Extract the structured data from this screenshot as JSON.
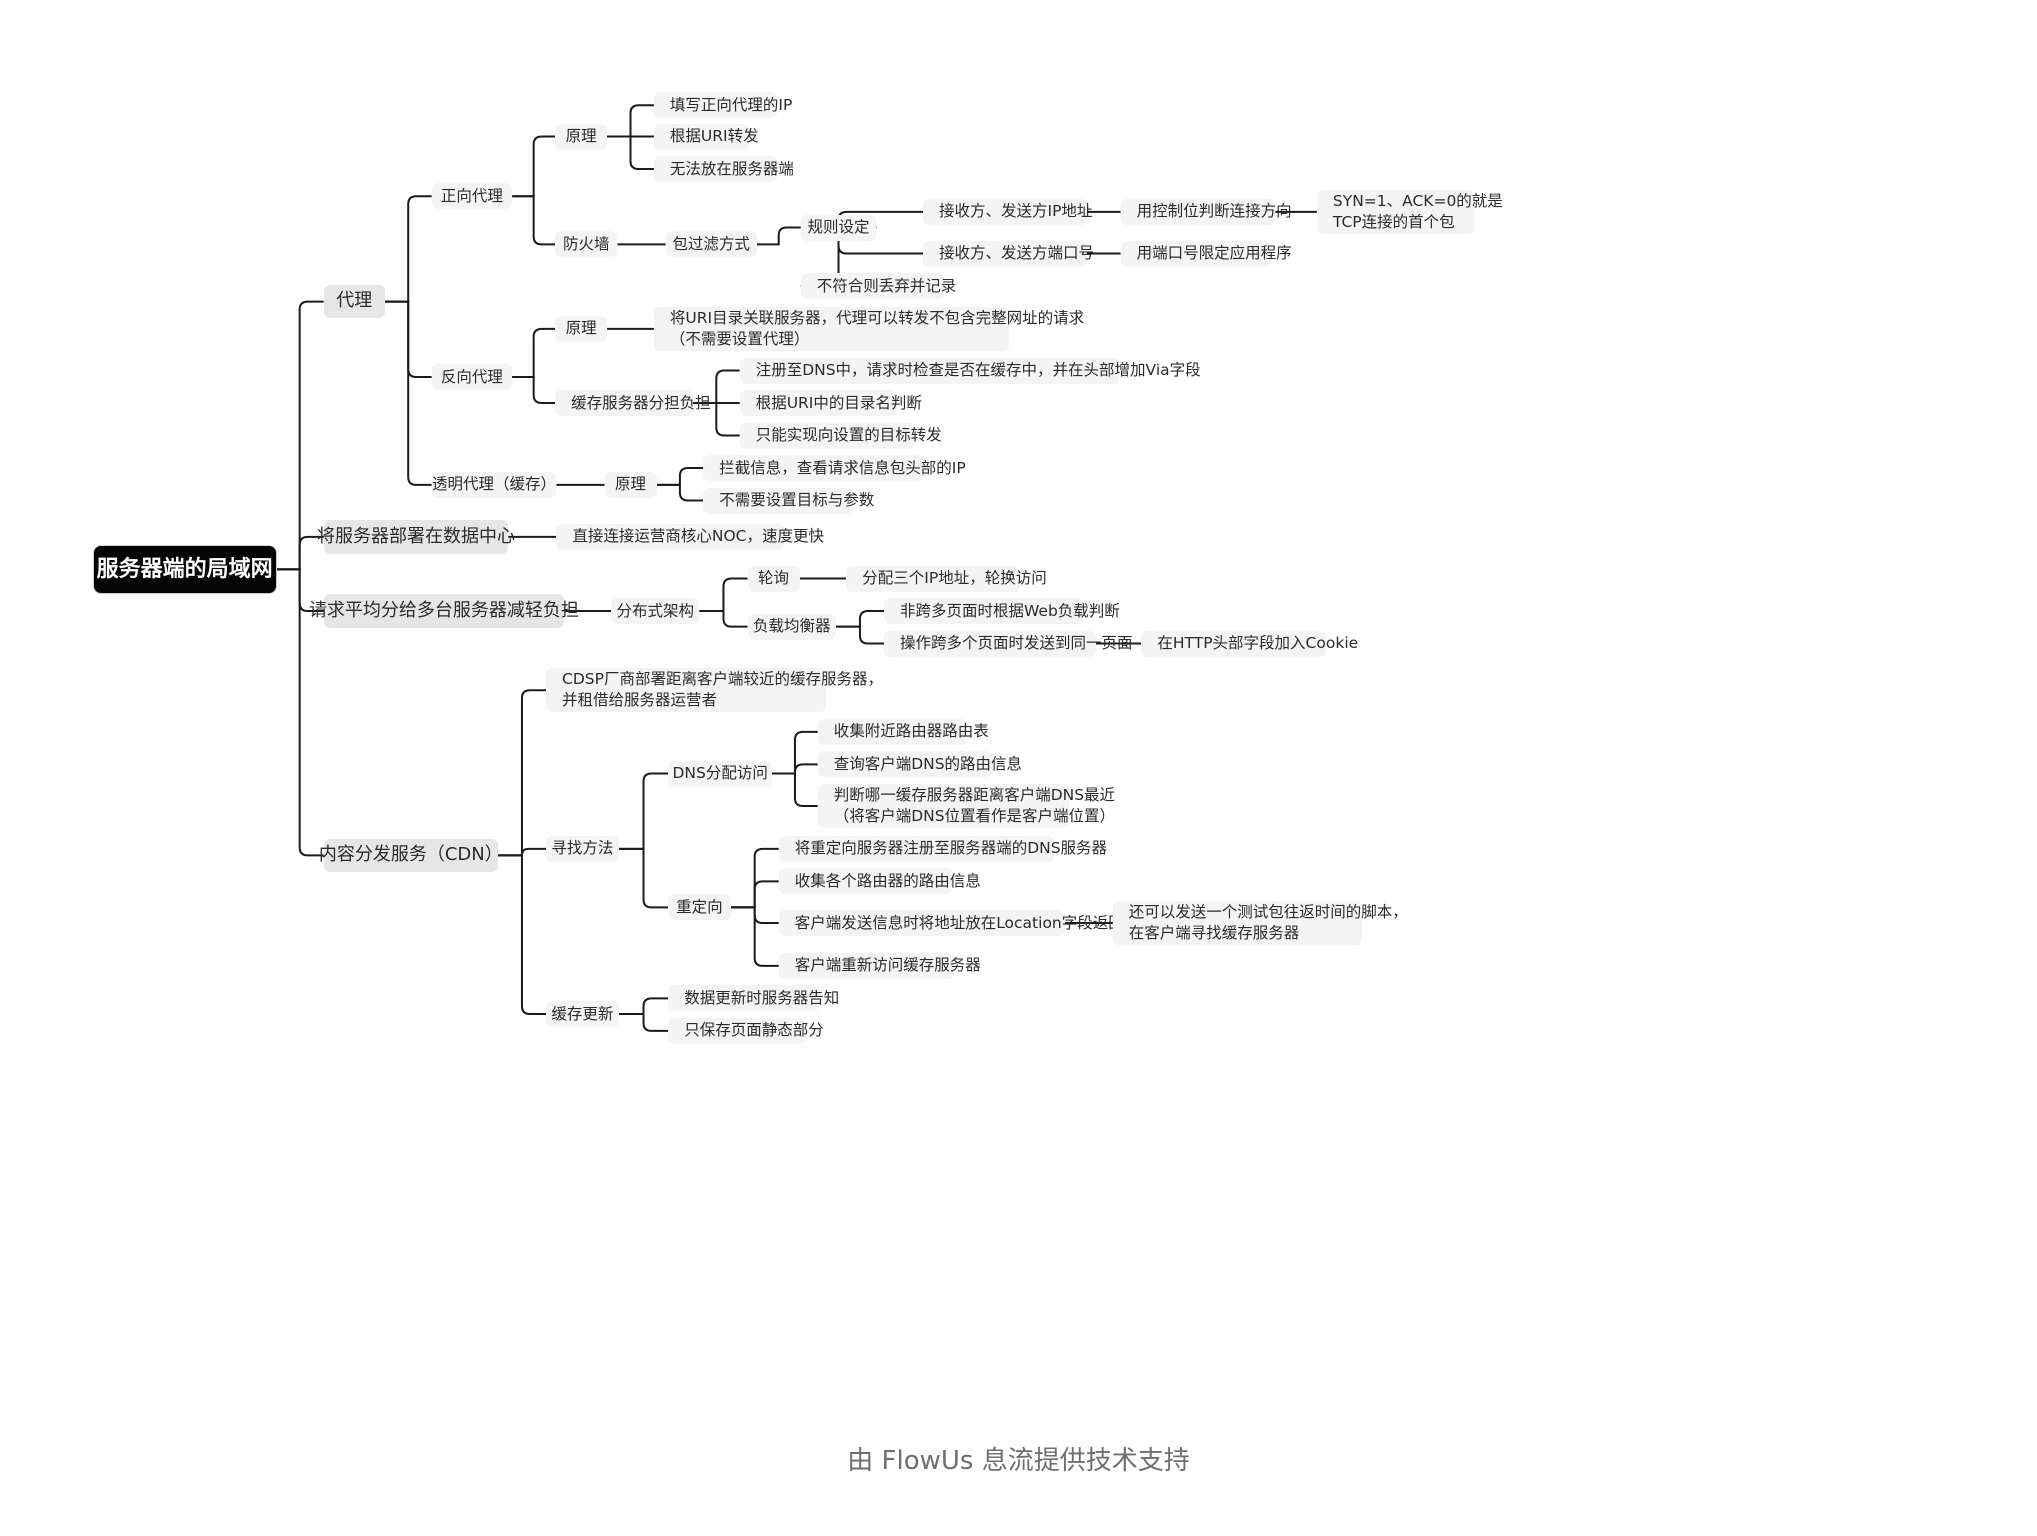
{
  "root": "服务器端的局域网",
  "nodes": {
    "proxy": "代理",
    "forward_proxy": "正向代理",
    "fp_principle": "原理",
    "fp_p1": "填写正向代理的IP",
    "fp_p2": "根据URI转发",
    "fp_p3": "无法放在服务器端",
    "firewall": "防火墙",
    "packet_filter": "包过滤方式",
    "rule_setting": "规则设定",
    "rule_ip": "接收方、发送方IP地址",
    "rule_ip_dir": "用控制位判断连接方向",
    "syn_line1": "SYN=1、ACK=0的就是",
    "syn_line2": "TCP连接的首个包",
    "rule_port": "接收方、发送方端口号",
    "rule_port_app": "用端口号限定应用程序",
    "rule_drop": "不符合则丢弃并记录",
    "reverse_proxy": "反向代理",
    "rp_principle": "原理",
    "rp_line1": "将URI目录关联服务器，代理可以转发不包含完整网址的请求",
    "rp_line2": "（不需要设置代理）",
    "rp_cache": "缓存服务器分担负担",
    "rp_c1": "注册至DNS中，请求时检查是否在缓存中，并在头部增加Via字段",
    "rp_c2": "根据URI中的目录名判断",
    "rp_c3": "只能实现向设置的目标转发",
    "transparent_proxy": "透明代理（缓存）",
    "tp_principle": "原理",
    "tp_p1": "拦截信息，查看请求信息包头部的IP",
    "tp_p2": "不需要设置目标与参数",
    "datacenter": "将服务器部署在数据中心",
    "dc_noc": "直接连接运营商核心NOC，速度更快",
    "loadbalance": "请求平均分给多台服务器减轻负担",
    "distributed": "分布式架构",
    "round_robin": "轮询",
    "rr_desc": "分配三个IP地址，轮换访问",
    "lb_device": "负载均衡器",
    "lb_1": "非跨多页面时根据Web负载判断",
    "lb_2": "操作跨多个页面时发送到同一页面",
    "lb_cookie": "在HTTP头部字段加入Cookie",
    "cdn": "内容分发服务（CDN）",
    "cdn_desc1": "CDSP厂商部署距离客户端较近的缓存服务器，",
    "cdn_desc2": "并租借给服务器运营者",
    "find_method": "寻找方法",
    "dns_assign": "DNS分配访问",
    "dns_1": "收集附近路由器路由表",
    "dns_2": "查询客户端DNS的路由信息",
    "dns_3a": "判断哪一缓存服务器距离客户端DNS最近",
    "dns_3b": "（将客户端DNS位置看作是客户端位置）",
    "redirect": "重定向",
    "rd_1": "将重定向服务器注册至服务器端的DNS服务器",
    "rd_2": "收集各个路由器的路由信息",
    "rd_3": "客户端发送信息时将地址放在Location字段返回",
    "rd_3a": "还可以发送一个测试包往返时间的脚本，",
    "rd_3b": "在客户端寻找缓存服务器",
    "rd_4": "客户端重新访问缓存服务器",
    "cache_update": "缓存更新",
    "cu_1": "数据更新时服务器告知",
    "cu_2": "只保存页面静态部分"
  },
  "footer": "由 FlowUs 息流提供技术支持"
}
